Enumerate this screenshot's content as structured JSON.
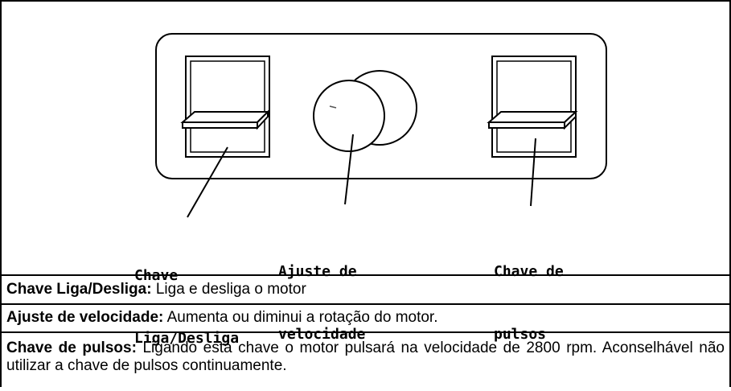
{
  "diagram": {
    "labels": {
      "power_switch": [
        "Chave",
        "Liga/Desliga"
      ],
      "speed_adjust": [
        "Ajuste de",
        "velocidade"
      ],
      "pulse_switch": [
        "Chave de",
        "pulsos"
      ]
    }
  },
  "descriptions": [
    {
      "term": "Chave Liga/Desliga:",
      "text": " Liga e desliga o motor"
    },
    {
      "term": "Ajuste de velocidade:",
      "text": " Aumenta ou diminui a rotação do motor."
    },
    {
      "term": "Chave de pulsos:",
      "text": " Ligando esta chave o motor pulsará na velocidade de 2800 rpm. Aconselhável não utilizar a chave de pulsos continuamente."
    }
  ],
  "colors": {
    "line": "#000000",
    "background": "#ffffff",
    "knob_highlight": "#555555"
  }
}
